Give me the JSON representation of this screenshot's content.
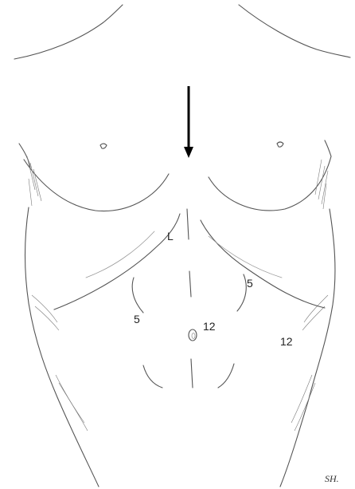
{
  "labels": {
    "l_marker": "L",
    "left_flank_5": "5",
    "right_flank_5": "5",
    "umbilicus_12": "12",
    "right_flank_12": "12"
  },
  "signature": "SH.",
  "pointer": {
    "direction": "down"
  }
}
